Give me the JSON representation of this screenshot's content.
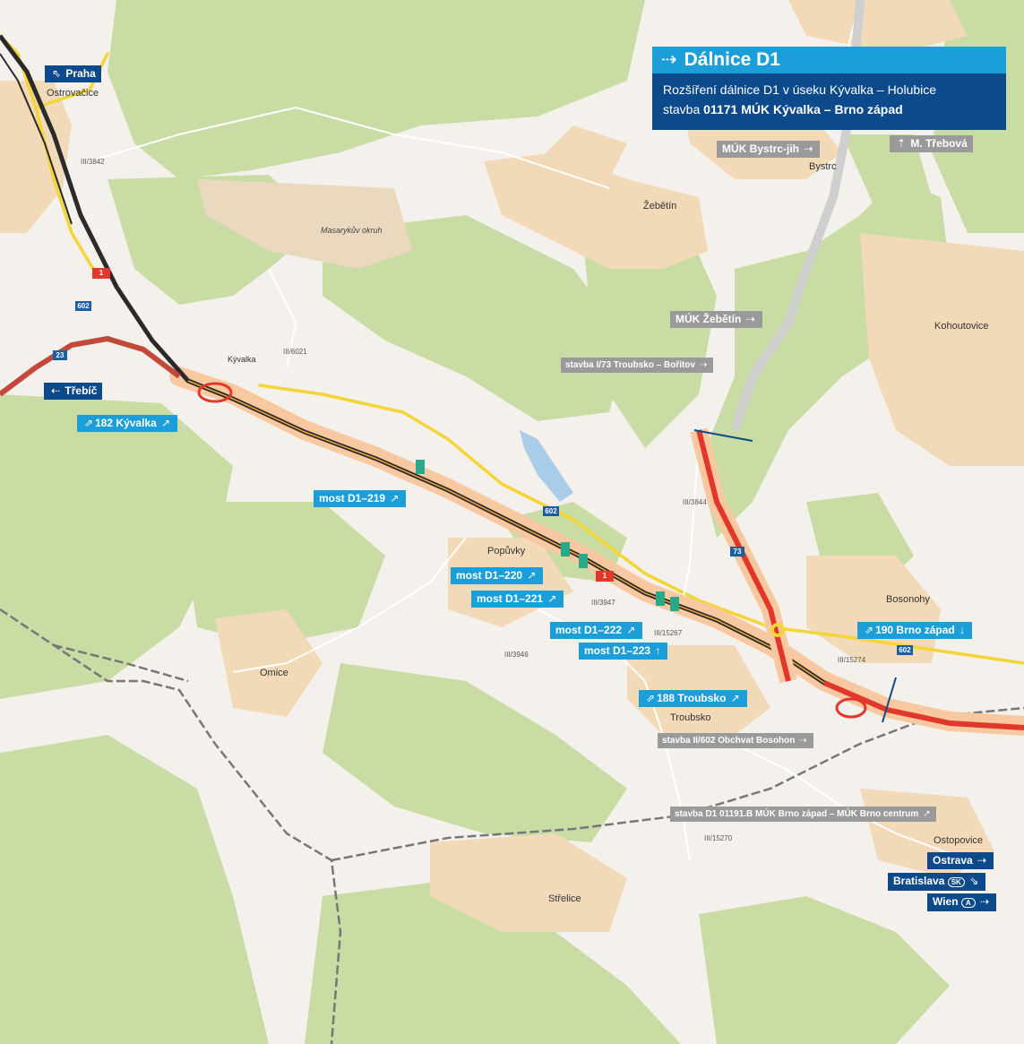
{
  "title": {
    "heading": "Dálnice D1",
    "line1": "Rozšíření dálnice D1 v úseku Kývalka – Holubice",
    "line2_prefix": "stavba ",
    "line2_bold": "01171 MÚK Kývalka – Brno západ"
  },
  "towns": {
    "ostrovacice": "Ostrovačice",
    "kyvalka": "Kývalka",
    "masarykuv": "Masarykův okruh",
    "zebetin": "Žebětín",
    "bystrc": "Bystrc",
    "kohoutovice": "Kohoutovice",
    "popuvky": "Popůvky",
    "omice": "Omice",
    "bosonohy": "Bosonohy",
    "troubsko": "Troubsko",
    "ostopovice": "Ostopovice",
    "strelice": "Střelice"
  },
  "road_numbers": {
    "r3842": "III/3842",
    "r6021": "III/6021",
    "r3844": "III/3844",
    "r3947": "III/3947",
    "r15267": "III/15267",
    "r3946": "III/3946",
    "r15274": "III/15274",
    "r15270": "III/15270"
  },
  "route_badges": {
    "d1a": "1",
    "d1b": "1",
    "r602a": "602",
    "r602b": "602",
    "r602c": "602",
    "r23": "23",
    "r73": "73"
  },
  "signs": {
    "praha": "Praha",
    "trebic": "Třebíč",
    "kyvalka182": "182 Kývalka",
    "most219": "most D1–219",
    "most220": "most D1–220",
    "most221": "most D1–221",
    "most222": "most D1–222",
    "most223": "most D1–223",
    "troubsko188": "188 Troubsko",
    "brno190": "190 Brno západ",
    "muk_bystrc": "MÚK Bystrc-jih",
    "m_trebova": "M. Třebová",
    "muk_zebetin": "MÚK Žebětín",
    "stavba_i73": "stavba I/73 Troubsko – Bořitov",
    "stavba_ii602": "stavba II/602 Obchvat Bosohon",
    "stavba_d1_01191": "stavba D1 01191.B MÚK Brno západ – MÚK Brno centrum",
    "ostrava": "Ostrava",
    "bratislava": "Bratislava",
    "bratislava_badge": "SK",
    "wien": "Wien",
    "wien_badge": "A"
  },
  "colors": {
    "forest": "#c9dca3",
    "background": "#f4f1ec",
    "urban": "#f2d9b8",
    "motorway_core": "#e2372b",
    "motorway_casing": "#f8c8a0",
    "highway_dark": "#2a2a2a",
    "secondary_road": "#f3d538",
    "sign_dark": "#0d4a8c",
    "sign_cyan": "#1c9fd9",
    "sign_grey": "#9a9a9a",
    "rail": "#777777",
    "water": "#a9cde8"
  },
  "icons": {
    "arrow_right": "dotted-arrow-right-icon",
    "arrow_up_left": "arrow-up-left-icon",
    "arrow_left": "arrow-left-icon",
    "arrow_up_right": "arrow-up-right-icon",
    "arrow_up": "arrow-up-icon",
    "arrow_down": "arrow-down-icon",
    "arrow_down_right": "arrow-down-right-icon",
    "exit": "motorway-exit-icon"
  }
}
